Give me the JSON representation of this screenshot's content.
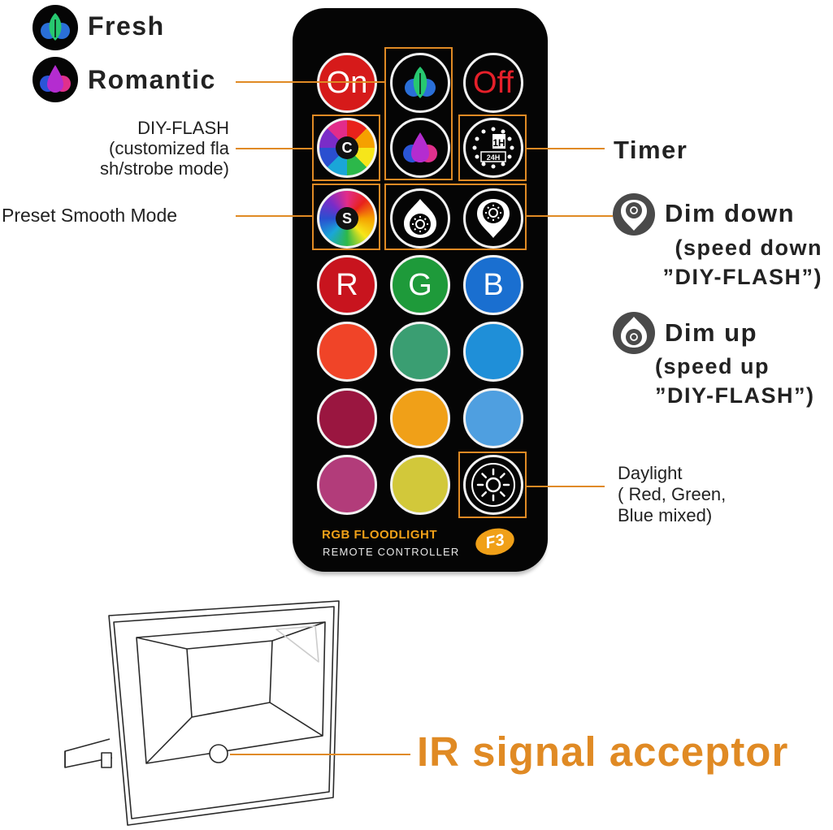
{
  "legend": {
    "fresh": "Fresh",
    "romantic": "Romantic"
  },
  "annotations": {
    "diy_flash": "DIY-FLASH\n(customized fla\nsh/strobe mode)",
    "preset_smooth": "Preset  Smooth Mode",
    "timer": "Timer",
    "dim_down_title": "Dim down",
    "dim_down_sub": "(speed down\n”DIY-FLASH”)",
    "dim_up_title": "Dim up",
    "dim_up_sub": "(speed up\n”DIY-FLASH”)",
    "daylight": "Daylight\n( Red, Green,\nBlue mixed)",
    "ir": "IR signal acceptor"
  },
  "remote": {
    "on": "On",
    "off": "Off",
    "r": "R",
    "g": "G",
    "b": "B",
    "c_letter": "C",
    "s_letter": "S",
    "timer_1h": "1H",
    "timer_24h": "24H",
    "brand_line1": "RGB FLOODLIGHT",
    "brand_line2": "REMOTE CONTROLLER",
    "model": "F3"
  },
  "colors": {
    "accent": "#e08a24",
    "on": "#d61a1a",
    "red": "#c8141e",
    "green": "#1e9a3a",
    "blue": "#1a6fd0",
    "row5": [
      "#f04428",
      "#3a9e72",
      "#1f8fd8"
    ],
    "row6": [
      "#9a1640",
      "#f0a018",
      "#4f9fe0"
    ],
    "row7": [
      "#b23c7a",
      "#d2c83a"
    ]
  },
  "icons": [
    "fresh-icon",
    "romantic-icon",
    "diy-flash-icon",
    "smooth-mode-icon",
    "timer-icon",
    "dim-down-icon",
    "dim-up-icon",
    "daylight-icon"
  ]
}
